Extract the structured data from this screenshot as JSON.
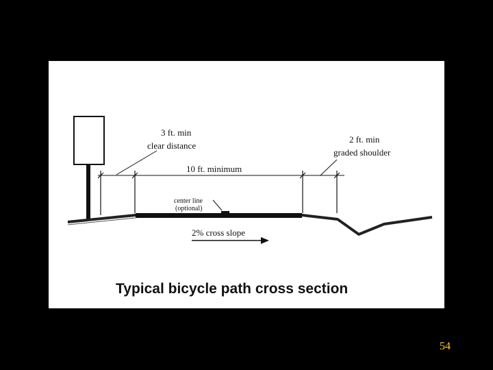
{
  "diagram": {
    "caption": "Typical bicycle path cross section",
    "labels": {
      "clear_distance_1": "3 ft. min",
      "clear_distance_2": "clear distance",
      "path_width": "10 ft. minimum",
      "shoulder_1": "2 ft. min",
      "shoulder_2": "graded shoulder",
      "center_line_1": "center line",
      "center_line_2": "(optional)",
      "cross_slope": "2% cross slope"
    }
  },
  "slide": {
    "page_number": "54"
  },
  "colors": {
    "background": "#000000",
    "panel": "#ffffff",
    "ink": "#111111",
    "page_number": "#ffcc33"
  }
}
